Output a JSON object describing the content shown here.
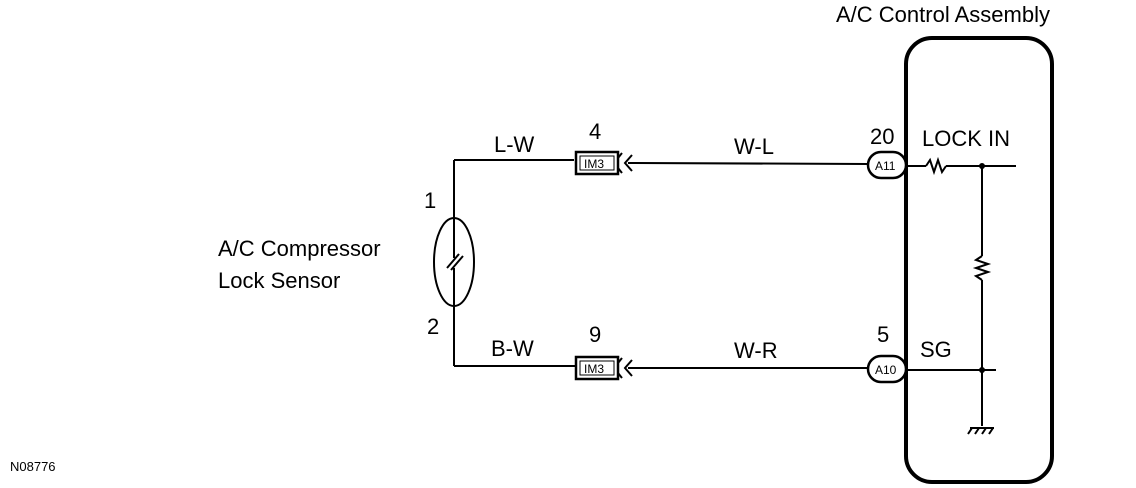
{
  "title": "A/C Control Assembly",
  "sensor": {
    "name_line1": "A/C Compressor",
    "name_line2": "Lock Sensor",
    "pin_top": "1",
    "pin_bottom": "2"
  },
  "wires": {
    "top_sensor_side": "L-W",
    "top_ecu_side": "W-L",
    "bottom_sensor_side": "B-W",
    "bottom_ecu_side": "W-R"
  },
  "junctions": {
    "top": {
      "connector": "IM3",
      "pin": "4"
    },
    "bottom": {
      "connector": "IM3",
      "pin": "9"
    }
  },
  "ecu": {
    "top_connector": "A11",
    "top_pin": "20",
    "top_terminal": "LOCK IN",
    "bottom_connector": "A10",
    "bottom_pin": "5",
    "bottom_terminal": "SG"
  },
  "code": "N08776"
}
